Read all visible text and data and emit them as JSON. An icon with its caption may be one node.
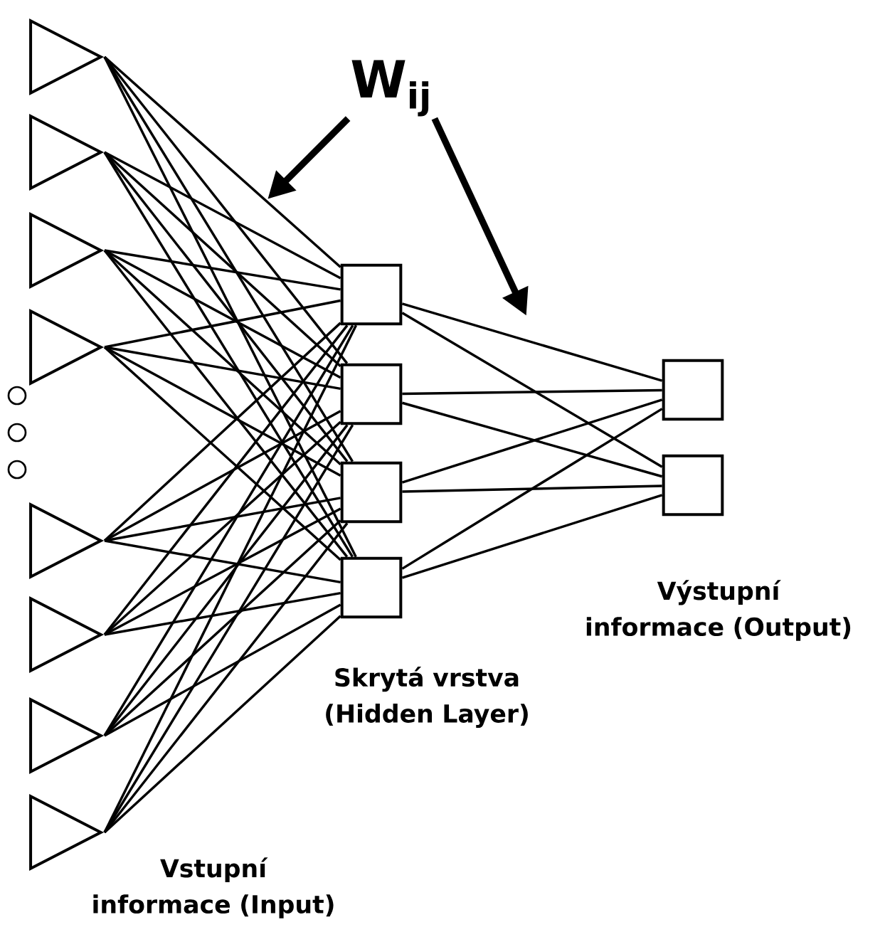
{
  "diagram": {
    "nodes": [
      {
        "text": [],
        "shape": "triangle"
      },
      {
        "text": [],
        "shape": "triangle"
      },
      {
        "text": [],
        "shape": "triangle"
      },
      {
        "text": [],
        "shape": "triangle"
      },
      {
        "text": [],
        "shape": "triangle"
      },
      {
        "text": [],
        "shape": "triangle"
      },
      {
        "text": [],
        "shape": "triangle"
      },
      {
        "text": [],
        "shape": "triangle"
      },
      {
        "text": [],
        "shape": "box"
      },
      {
        "text": [],
        "shape": "box"
      },
      {
        "text": [],
        "shape": "box"
      },
      {
        "text": [],
        "shape": "box"
      },
      {
        "text": [],
        "shape": "box"
      },
      {
        "text": [],
        "shape": "box"
      },
      {
        "text": [
          "W$_{ij}$"
        ]
      }
    ],
    "edges": [
      {
        "from": 0,
        "to": 8,
        "arrow": "none"
      },
      {
        "from": 0,
        "to": 9,
        "arrow": "none"
      },
      {
        "from": 0,
        "to": 10,
        "arrow": "none"
      },
      {
        "from": 0,
        "to": 11,
        "arrow": "none"
      },
      {
        "from": 1,
        "to": 8,
        "arrow": "none"
      },
      {
        "from": 1,
        "to": 9,
        "arrow": "none"
      },
      {
        "from": 1,
        "to": 10,
        "arrow": "none"
      },
      {
        "from": 1,
        "to": 11,
        "arrow": "none"
      },
      {
        "from": 2,
        "to": 8,
        "arrow": "none"
      },
      {
        "from": 2,
        "to": 9,
        "arrow": "none"
      },
      {
        "from": 2,
        "to": 10,
        "arrow": "none"
      },
      {
        "from": 2,
        "to": 11,
        "arrow": "none"
      },
      {
        "from": 3,
        "to": 8,
        "arrow": "none"
      },
      {
        "from": 3,
        "to": 9,
        "arrow": "none"
      },
      {
        "from": 3,
        "to": 10,
        "arrow": "none"
      },
      {
        "from": 3,
        "to": 11,
        "arrow": "none"
      },
      {
        "from": 4,
        "to": 8,
        "arrow": "none"
      },
      {
        "from": 4,
        "to": 9,
        "arrow": "none"
      },
      {
        "from": 4,
        "to": 10,
        "arrow": "none"
      },
      {
        "from": 4,
        "to": 11,
        "arrow": "none"
      },
      {
        "from": 5,
        "to": 8,
        "arrow": "none"
      },
      {
        "from": 5,
        "to": 9,
        "arrow": "none"
      },
      {
        "from": 5,
        "to": 10,
        "arrow": "none"
      },
      {
        "from": 5,
        "to": 11,
        "arrow": "none"
      },
      {
        "from": 6,
        "to": 8,
        "arrow": "none"
      },
      {
        "from": 6,
        "to": 9,
        "arrow": "none"
      },
      {
        "from": 6,
        "to": 10,
        "arrow": "none"
      },
      {
        "from": 6,
        "to": 11,
        "arrow": "none"
      },
      {
        "from": 7,
        "to": 8,
        "arrow": "none"
      },
      {
        "from": 7,
        "to": 9,
        "arrow": "none"
      },
      {
        "from": 7,
        "to": 10,
        "arrow": "none"
      },
      {
        "from": 7,
        "to": 11,
        "arrow": "none"
      },
      {
        "from": 8,
        "to": 12,
        "arrow": "none"
      },
      {
        "from": 8,
        "to": 13,
        "arrow": "none"
      },
      {
        "from": 9,
        "to": 12,
        "arrow": "none"
      },
      {
        "from": 9,
        "to": 13,
        "arrow": "none"
      },
      {
        "from": 10,
        "to": 12,
        "arrow": "none"
      },
      {
        "from": 10,
        "to": 13,
        "arrow": "none"
      },
      {
        "from": 11,
        "to": 12,
        "arrow": "none"
      },
      {
        "from": 11,
        "to": 13,
        "arrow": "none"
      },
      {
        "from": 14,
        "to": null,
        "arrow": "to",
        "style": "thick"
      },
      {
        "from": 14,
        "to": null,
        "arrow": "to",
        "style": "thick"
      }
    ],
    "labels": [
      "Výstupní informace (Output)",
      "Skrytá vrstva (Hidden Layer)",
      "Vstupní informace (Input)"
    ]
  }
}
